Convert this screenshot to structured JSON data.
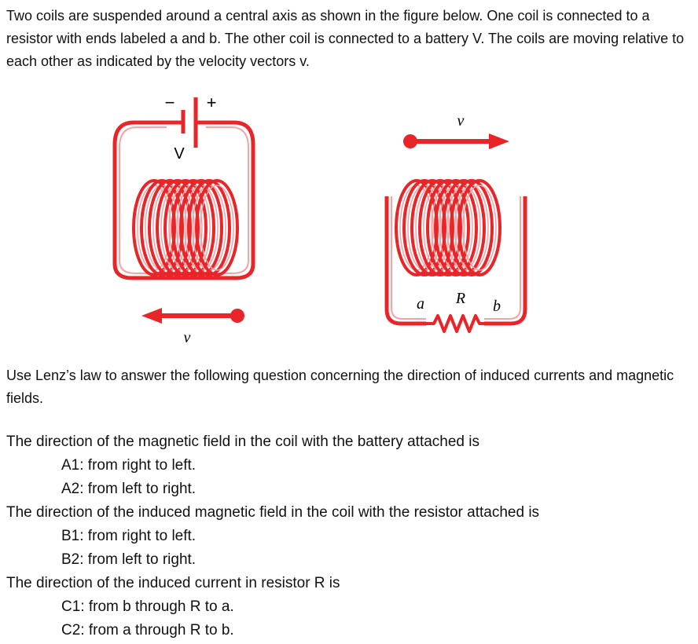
{
  "intro_text": "Two coils are suspended around a central axis as shown in the figure below. One coil is connected to a resistor with ends labeled a and b. The other coil is connected to a battery V. The coils are moving relative to each other as indicated by the velocity vectors v.",
  "figure": {
    "battery_minus": "−",
    "battery_plus": "+",
    "battery_label": "V",
    "velocity_label_left": "v",
    "velocity_label_right": "v",
    "resistor_end_a": "a",
    "resistor_label": "R",
    "resistor_end_b": "b",
    "colors": {
      "coil": "#e8262a",
      "coil_light": "#f5a3a3",
      "battery": "#111111"
    }
  },
  "lenz_text": "Use Lenz’s law to answer the following question concerning the direction of induced currents and magnetic fields.",
  "questions": [
    {
      "prompt": "The direction of the magnetic field in the coil with the battery attached is",
      "options": [
        "A1: from right to left.",
        "A2: from left to right."
      ]
    },
    {
      "prompt": "The direction of the induced magnetic field in the coil with the resistor attached is",
      "options": [
        "B1: from right to left.",
        "B2: from left to right."
      ]
    },
    {
      "prompt": "The direction of the induced current in resistor R is",
      "options": [
        "C1: from b through R to a.",
        "C2: from a through R to b."
      ]
    }
  ]
}
